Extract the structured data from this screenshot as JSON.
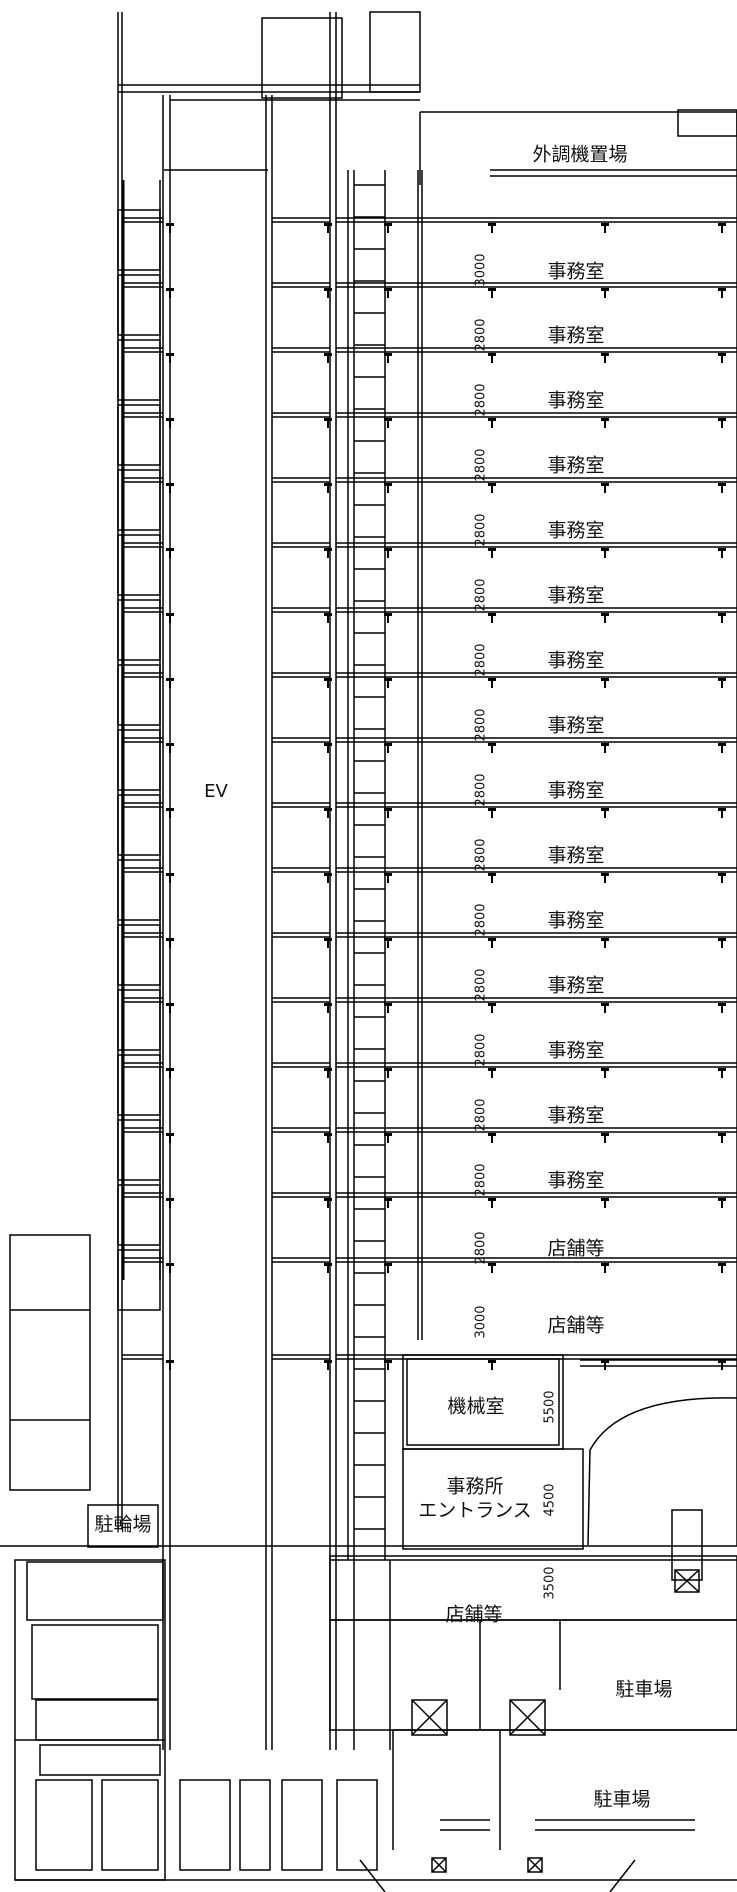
{
  "labels": {
    "ev": "EV",
    "outdoor_unit_area": "外調機置場",
    "office": "事務室",
    "shop": "店舗等",
    "machine_room": "機械室",
    "office_entrance_line1": "事務所",
    "office_entrance_line2": "エントランス",
    "bicycle_parking": "駐輪場",
    "parking": "駐車場"
  },
  "floor_heights": {
    "roof_floor": "3000",
    "typical": "2800",
    "first_shop": "3000",
    "machine_room": "5500",
    "entrance": "4500",
    "basement_shop": "3500"
  }
}
